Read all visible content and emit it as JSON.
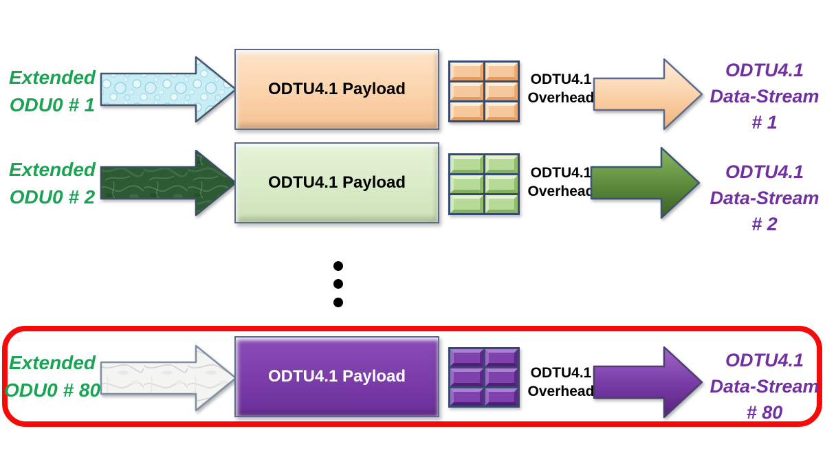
{
  "diagram": {
    "rows": [
      {
        "source_line1": "Extended",
        "source_line2": "ODU0 # 1",
        "source_texture": "water-bubbles",
        "payload_label": "ODTU4.1 Payload",
        "overhead_line1": "ODTU4.1",
        "overhead_line2": "Overhead",
        "overhead_cell_count": 6,
        "output_line1": "ODTU4.1",
        "output_line2": "Data-Stream",
        "output_line3": "# 1",
        "theme": "peach",
        "highlighted": false
      },
      {
        "source_line1": "Extended",
        "source_line2": "ODU0 # 2",
        "source_texture": "green-marble",
        "payload_label": "ODTU4.1 Payload",
        "overhead_line1": "ODTU4.1",
        "overhead_line2": "Overhead",
        "overhead_cell_count": 6,
        "output_line1": "ODTU4.1",
        "output_line2": "Data-Stream",
        "output_line3": "# 2",
        "theme": "green",
        "highlighted": false
      },
      {
        "source_line1": "Extended",
        "source_line2": "ODU0 # 80",
        "source_texture": "white-marble",
        "payload_label": "ODTU4.1 Payload",
        "overhead_line1": "ODTU4.1",
        "overhead_line2": "Overhead",
        "overhead_cell_count": 6,
        "output_line1": "ODTU4.1",
        "output_line2": "Data-Stream",
        "output_line3": "# 80",
        "theme": "purple",
        "highlighted": true
      }
    ],
    "ellipsis_dot_count": 3,
    "colors": {
      "source_label_green": "#1aa353",
      "output_label_purple": "#7030a0",
      "payload_text_black": "#000000",
      "payload_text_white": "#ffffff",
      "highlight_outline_red": "#f50a0a",
      "peach_fill": "#fbd3ab",
      "light_green_fill": "#d9ebc7",
      "purple_fill": "#7a3da8",
      "dark_green_arrow_fill": "#5e8e3e",
      "water_blue_fill": "#c9edf4",
      "outline_navy": "#44566e",
      "grid_line_navy": "#344a6e"
    }
  }
}
